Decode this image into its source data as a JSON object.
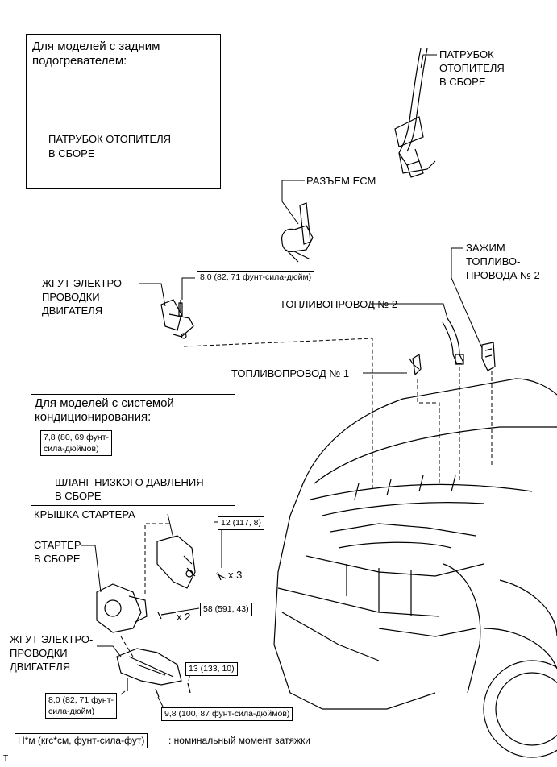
{
  "inset_rear_heater": {
    "title_line1": "Для моделей с задним",
    "title_line2": "подогревателем:",
    "part_line1": "ПАТРУБОК ОТОПИТЕЛЯ",
    "part_line2": "В СБОРЕ"
  },
  "heater_pipe": {
    "line1": "ПАТРУБОК",
    "line2": "ОТОПИТЕЛЯ",
    "line3": "В СБОРЕ"
  },
  "ecm_connector": "РАЗЪЕМ ЕСМ",
  "fuel_clamp": {
    "line1": "ЗАЖИМ",
    "line2": "ТОПЛИВО-",
    "line3": "ПРОВОДА № 2"
  },
  "harness_top": {
    "line1": "ЖГУТ ЭЛЕКТРО-",
    "line2": "ПРОВОДКИ",
    "line3": "ДВИГАТЕЛЯ"
  },
  "fuel_pipe_2": "ТОПЛИВОПРОВОД № 2",
  "fuel_pipe_1": "ТОПЛИВОПРОВОД № 1",
  "inset_ac": {
    "title_line1": "Для моделей с системой",
    "title_line2": "кондиционирования:",
    "hose_line1": "ШЛАНГ НИЗКОГО ДАВЛЕНИЯ",
    "hose_line2": "В СБОРЕ"
  },
  "starter_cover": "КРЫШКА СТАРТЕРА",
  "starter": {
    "line1": "СТАРТЕР",
    "line2": "В СБОРЕ"
  },
  "harness_bottom": {
    "line1": "ЖГУТ ЭЛЕКТРО-",
    "line2": "ПРОВОДКИ",
    "line3": "ДВИГАТЕЛЯ"
  },
  "torques": {
    "t_top": "8.0 (82, 71 фунт-сила-дюйм)",
    "t_ac_line1": "7,8 (80, 69 фунт-",
    "t_ac_line2": "сила-дюймов)",
    "t_12": "12 (117, 8)",
    "t_58": "58 (591, 43)",
    "t_13": "13 (133, 10)",
    "t_bl_line1": "8,0 (82, 71 фунт-",
    "t_bl_line2": "сила-дюйм)",
    "t_98": "9,8 (100, 87 фунт-сила-дюймов)"
  },
  "multipliers": {
    "x3": "x 3",
    "x2": "x 2"
  },
  "legend": {
    "unit_box": "Н*м (кгс*см, фунт-сила-фут)",
    "description": ": номинальный момент затяжки"
  },
  "corner_mark": "T"
}
